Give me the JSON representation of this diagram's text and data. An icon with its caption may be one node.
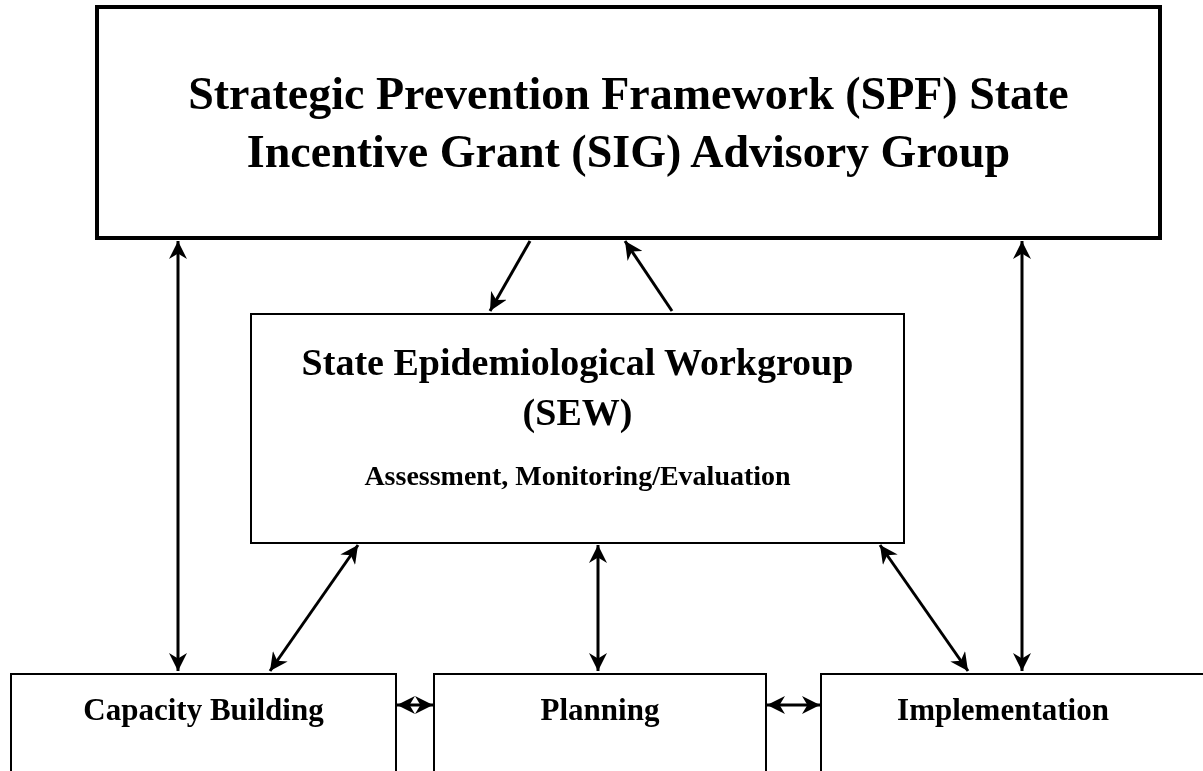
{
  "diagram": {
    "nodes": [
      {
        "text": [
          "Strategic Prevention Framework (SPF) State Incentive Grant (SIG) Advisory Group"
        ]
      },
      {
        "text": [
          "State Epidemiological Workgroup (SEW)",
          "Assessment, Monitoring/Evaluation"
        ]
      },
      {
        "text": [
          "Capacity Building"
        ]
      },
      {
        "text": [
          "Planning"
        ]
      },
      {
        "text": [
          "Implementation"
        ]
      }
    ],
    "edges": [
      {
        "from": 0,
        "to": 1,
        "arrow": "to"
      },
      {
        "from": 1,
        "to": 0,
        "arrow": "to"
      },
      {
        "from": 0,
        "to": 2,
        "arrow": "both"
      },
      {
        "from": 1,
        "to": 2,
        "arrow": "both"
      },
      {
        "from": 1,
        "to": 3,
        "arrow": "both"
      },
      {
        "from": 1,
        "to": 4,
        "arrow": "both"
      },
      {
        "from": 0,
        "to": 4,
        "arrow": "both"
      },
      {
        "from": 2,
        "to": 3,
        "arrow": "both"
      },
      {
        "from": 3,
        "to": 4,
        "arrow": "both"
      }
    ]
  }
}
